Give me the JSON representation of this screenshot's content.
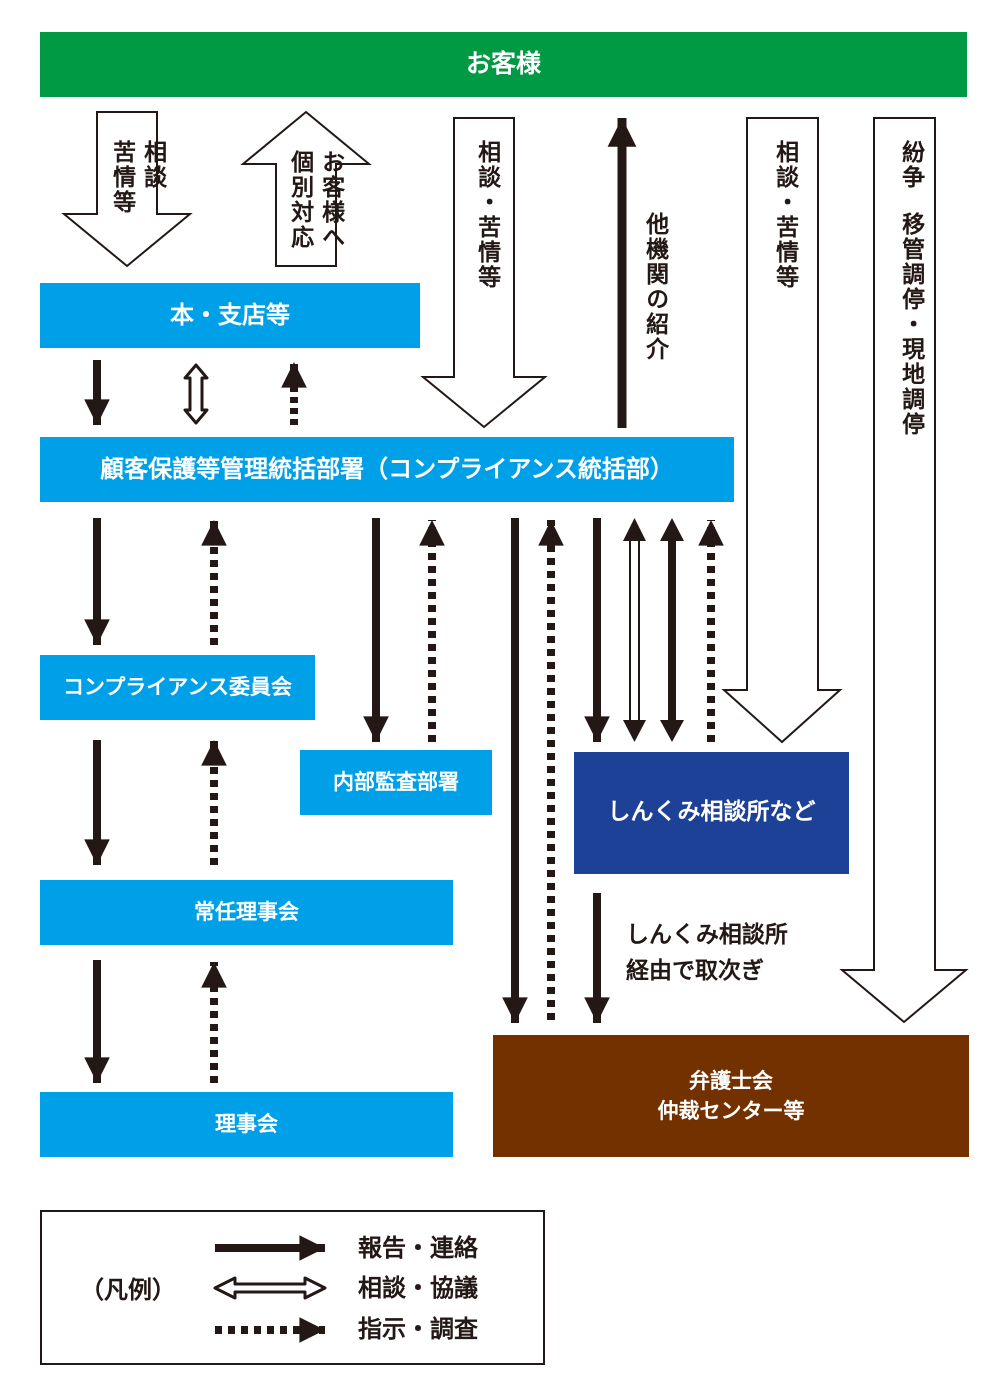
{
  "nodes": {
    "customer": "お客様",
    "branch": "本・支店等",
    "compliance_hq": "顧客保護等管理統括部署（コンプライアンス統括部）",
    "compliance_committee": "コンプライアンス委員会",
    "internal_audit": "内部監査部署",
    "shinkumi": "しんくみ相談所など",
    "standing_board": "常任理事会",
    "board": "理事会",
    "bar_line1": "弁護士会",
    "bar_line2": "仲裁センター等"
  },
  "arrow_labels": {
    "consult_a": "相談",
    "consult_b": "苦情等",
    "individual_a": "お客様へ",
    "individual_b": "個別対応",
    "consult_complaint": "相談・苦情等",
    "referral": "他機関の紹介",
    "consult_complaint_2": "相談・苦情等",
    "dispute_a": "紛争",
    "dispute_b": "移管調停・現地調停",
    "via_line1": "しんくみ相談所",
    "via_line2": "経由で取次ぎ"
  },
  "legend": {
    "title": "（凡例）",
    "report": "報告・連絡",
    "consult": "相談・協議",
    "instruct": "指示・調査"
  },
  "colors": {
    "green": "#009944",
    "blue": "#00a0e9",
    "navy": "#1d4197",
    "brown": "#743100",
    "ink": "#231815"
  }
}
